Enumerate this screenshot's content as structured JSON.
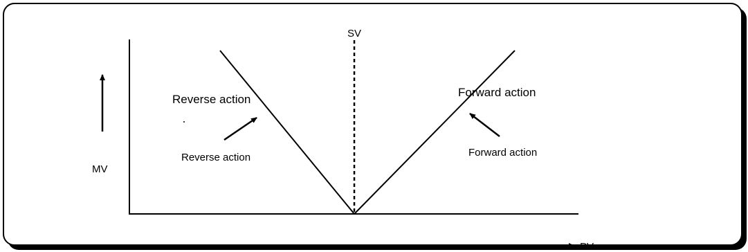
{
  "diagram": {
    "labels": {
      "sv": "SV",
      "mv": "MV",
      "pv": "PV",
      "reverse_action_top": "Reverse action",
      "reverse_action_bottom": "Reverse action",
      "forward_action_top": "Forward action",
      "forward_action_bottom": "Forward action"
    },
    "colors": {
      "line": "#000000",
      "frame": "#000000",
      "frame_shadow": "#000000",
      "background": "#ffffff"
    }
  }
}
